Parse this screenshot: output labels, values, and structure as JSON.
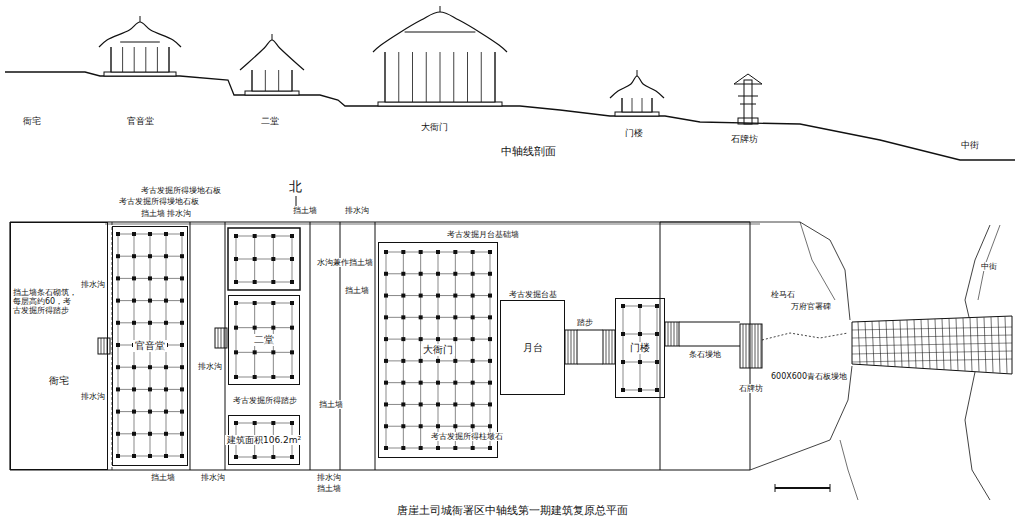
{
  "diagram": {
    "caption": "唐崖土司城衙署区中轴线第一期建筑复原总平面",
    "nodes": [
      {
        "text": [
          "衙宅"
        ]
      },
      {
        "text": [
          "官音堂"
        ]
      },
      {
        "text": [
          "二堂"
        ]
      },
      {
        "text": [
          "建筑面积106.2m²"
        ]
      },
      {
        "text": [
          "大衙门"
        ]
      },
      {
        "text": [
          "月台"
        ]
      },
      {
        "text": [
          "门楼"
        ]
      }
    ],
    "labels": [
      "中轴线剖面",
      "衙宅",
      "官音堂",
      "二堂",
      "大衙门",
      "门楼",
      "石牌坊",
      "中街",
      "北",
      "考古发掘所得墁地石板",
      "考古发掘所得墁地石板",
      "挡土墙",
      "排水沟",
      "挡土墙",
      "排水沟",
      "考古发掘月台基础墙",
      "水沟兼作挡土墙",
      "挡土墙",
      "考古发掘台基",
      "排水沟",
      "挡土墙条石砌筑，每层高约60，考古发掘所得踏步",
      "考古发掘所得踏步",
      "排水沟",
      "挡土墙",
      "排水沟",
      "考古发掘所得柱墩石",
      "挡土墙",
      "排水沟",
      "排水沟",
      "挡土墙",
      "踏步",
      "条石墁地",
      "栓马石",
      "万府官署碑",
      "600X600青石板墁地",
      "石牌坊",
      "中街"
    ]
  }
}
